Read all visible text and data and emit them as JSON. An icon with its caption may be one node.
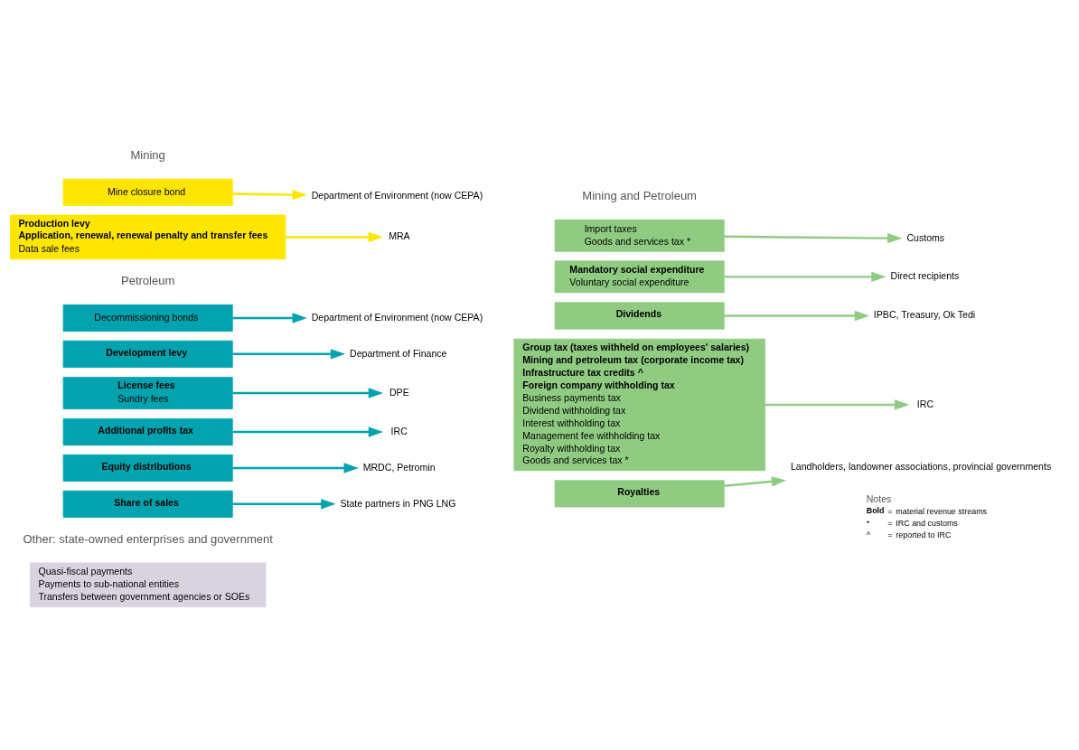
{
  "diagram": {
    "nodes": [
      {
        "text": [
          "Mine closure bond"
        ]
      },
      {
        "text": [
          "Department of Environment (now CEPA)"
        ]
      },
      {
        "text": [
          "**Production levy**",
          "**Application, renewal, renewal penalty and transfer fees**",
          "Data sale fees"
        ]
      },
      {
        "text": [
          "MRA"
        ]
      },
      {
        "text": [
          "Decommissioning bonds"
        ]
      },
      {
        "text": [
          "Department of Environment (now CEPA)"
        ]
      },
      {
        "text": [
          "**Development levy**"
        ]
      },
      {
        "text": [
          "Department of Finance"
        ]
      },
      {
        "text": [
          "**License fees**",
          "Sundry fees"
        ]
      },
      {
        "text": [
          "DPE"
        ]
      },
      {
        "text": [
          "**Additional profits tax**"
        ]
      },
      {
        "text": [
          "IRC"
        ]
      },
      {
        "text": [
          "**Equity distributions**"
        ]
      },
      {
        "text": [
          "MRDC, Petromin"
        ]
      },
      {
        "text": [
          "**Share of sales**"
        ]
      },
      {
        "text": [
          "State partners in PNG LNG"
        ]
      },
      {
        "text": [
          "Import taxes",
          "Goods and services tax *"
        ]
      },
      {
        "text": [
          "Customs"
        ]
      },
      {
        "text": [
          "**Mandatory social expenditure**",
          "Voluntary social expenditure"
        ]
      },
      {
        "text": [
          "Direct recipients"
        ]
      },
      {
        "text": [
          "**Dividends**"
        ]
      },
      {
        "text": [
          "IPBC, Treasury, Ok Tedi"
        ]
      },
      {
        "text": [
          "**Group tax (taxes withheld on employees' salaries)**",
          "**Mining and petroleum tax (corporate income tax)**",
          "**Infrastructure tax credits ^**",
          "**Foreign company withholding tax**",
          "Business payments tax",
          "Dividend withholding tax",
          "Interest withholding tax",
          "Management fee withholding tax",
          "Royalty withholding tax",
          "Goods and services tax *"
        ]
      },
      {
        "text": [
          "IRC"
        ]
      },
      {
        "text": [
          "**Royalties**"
        ]
      },
      {
        "text": [
          "Landholders, landowner associations, provincial governments"
        ]
      },
      {
        "text": [
          "Quasi-fiscal payments",
          "Payments to sub-national entities",
          "Transfers between government agencies or SOEs"
        ]
      }
    ],
    "edges": [
      {
        "from": 0,
        "to": 1,
        "arrow": "to",
        "color": "#ffe600"
      },
      {
        "from": 2,
        "to": 3,
        "arrow": "to",
        "color": "#ffe600"
      },
      {
        "from": 4,
        "to": 5,
        "arrow": "to",
        "color": "#00a3ae"
      },
      {
        "from": 6,
        "to": 7,
        "arrow": "to",
        "color": "#00a3ae"
      },
      {
        "from": 8,
        "to": 9,
        "arrow": "to",
        "color": "#00a3ae"
      },
      {
        "from": 10,
        "to": 11,
        "arrow": "to",
        "color": "#00a3ae"
      },
      {
        "from": 12,
        "to": 13,
        "arrow": "to",
        "color": "#00a3ae"
      },
      {
        "from": 14,
        "to": 15,
        "arrow": "to",
        "color": "#00a3ae"
      },
      {
        "from": 16,
        "to": 17,
        "arrow": "to",
        "color": "#8fcb81"
      },
      {
        "from": 18,
        "to": 19,
        "arrow": "to",
        "color": "#8fcb81"
      },
      {
        "from": 20,
        "to": 21,
        "arrow": "to",
        "color": "#8fcb81"
      },
      {
        "from": 22,
        "to": 23,
        "arrow": "to",
        "color": "#8fcb81"
      },
      {
        "from": 24,
        "to": 25,
        "arrow": "to",
        "color": "#8fcb81"
      }
    ],
    "labels": [
      "Mining",
      "Mining and Petroleum",
      "Petroleum",
      "Other: state-owned enterprises and government",
      "Notes",
      "**Bold**",
      "=",
      "material revenue streams",
      "*",
      "=",
      "IRC and customs",
      "^",
      "=",
      "reported to IRC"
    ]
  }
}
